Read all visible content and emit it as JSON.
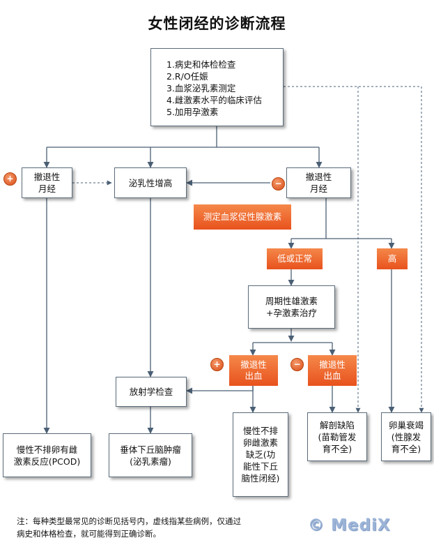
{
  "title": "女性闭经的诊断流程",
  "start_box": {
    "lines": [
      "1.病史和体检检查",
      "2.R/O任娠",
      "3.血浆泌乳素测定",
      "4.雌激素水平的临床评估",
      "5.加用孕激素"
    ]
  },
  "nodes": {
    "withdrawal_left": [
      "撤退性",
      "月经"
    ],
    "prolactin_high": "泌乳性增高",
    "withdrawal_right": [
      "撤退性",
      "月经"
    ],
    "measure_gonadotropin": "测定血浆促性腺激素",
    "low_normal": "低或正常",
    "high": "高",
    "cyclic_therapy": [
      "周期性雄激素",
      "+孕激素治疗"
    ],
    "bleed_positive": [
      "撤退性",
      "出血"
    ],
    "bleed_negative": [
      "撤退性",
      "出血"
    ],
    "radiology": "放射学检查",
    "result_pcod": [
      "慢性不排卵有雌",
      "激素反应(PCOD)"
    ],
    "result_pituitary": [
      "垂体下丘脑肿瘤",
      "(泌乳素瘤)"
    ],
    "result_chronic": [
      "慢性不排",
      "卵雌激素",
      "缺乏(功",
      "能性下丘",
      "脑性闭经)"
    ],
    "result_anatomic": [
      "解剖缺陷",
      "(苗勒管发",
      "育不全)"
    ],
    "result_ovarian": [
      "卵巢衰竭",
      "(性腺发",
      "育不全)"
    ]
  },
  "signs": {
    "plus": "+",
    "minus": "−"
  },
  "note": "注：每种类型最常见的诊断见括号内，虚线指某些病例，仅通过病史和体格检查，就可能得到正确诊断。",
  "brand": "© MediX",
  "colors": {
    "line": "#4a5f74",
    "tag": "#e8521d",
    "brand": "#9cb4d8"
  }
}
